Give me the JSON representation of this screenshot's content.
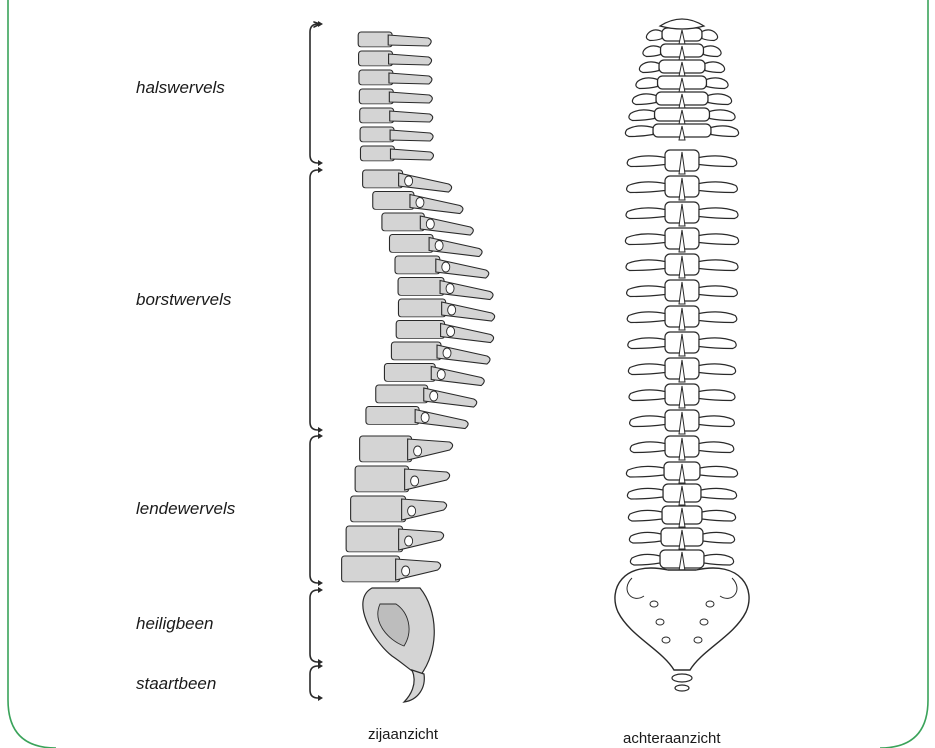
{
  "regions": [
    {
      "id": "cervical",
      "label": "halswervels"
    },
    {
      "id": "thoracic",
      "label": "borstwervels"
    },
    {
      "id": "lumbar",
      "label": "lendewervels"
    },
    {
      "id": "sacrum",
      "label": "heiligbeen"
    },
    {
      "id": "coccyx",
      "label": "staartbeen"
    }
  ],
  "views": {
    "side": "zijaanzicht",
    "back": "achteraanzicht"
  },
  "colors": {
    "frame": "#3aa35a",
    "bone": "#d4d4d4",
    "outline": "#2a2a2a",
    "back_bone": "#ffffff"
  }
}
